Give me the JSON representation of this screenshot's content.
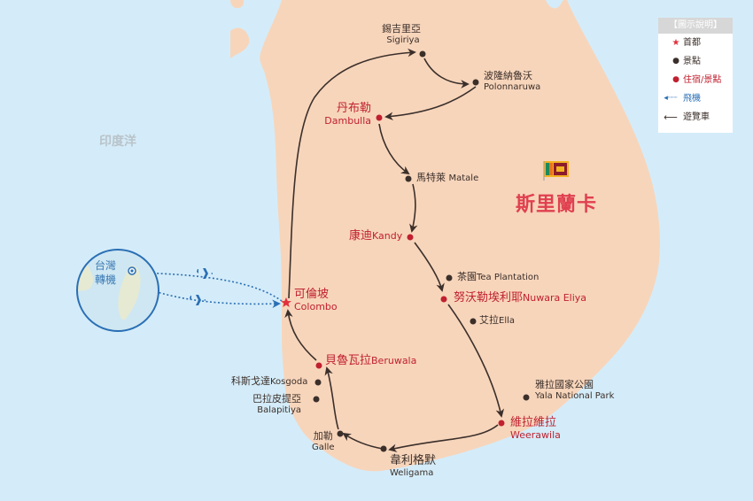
{
  "map": {
    "ocean_label": "印度洋",
    "country_label": "斯里蘭卡",
    "colors": {
      "sea": "#d4ecf9",
      "land": "#f7d5bb",
      "route_line": "#3b2f2a",
      "flight_line": "#2a6fb5",
      "capital_star": "#e0303c",
      "overnight_dot": "#c0202f",
      "attraction_dot": "#3b2f2a"
    },
    "inset": {
      "label_line1": "台灣",
      "label_line2": "轉機"
    }
  },
  "legend": {
    "title": "【圖示說明】",
    "items": [
      {
        "symbol": "star-icon",
        "label": "首都",
        "color": "#e0303c"
      },
      {
        "symbol": "dot-icon",
        "label": "景點",
        "color": "#3b2f2a"
      },
      {
        "symbol": "dot-icon",
        "label": "住宿/景點",
        "color": "#c0202f"
      },
      {
        "symbol": "dotted-arrow-icon",
        "label": "飛機",
        "color": "#2a6fb5"
      },
      {
        "symbol": "solid-arrow-icon",
        "label": "遊覽車",
        "color": "#3b2f2a"
      }
    ]
  },
  "places": {
    "sigiriya": {
      "zh": "錫吉里亞",
      "en": "Sigiriya",
      "type": "attraction"
    },
    "polonnaruwa": {
      "zh": "波隆納魯沃",
      "en": "Polonnaruwa",
      "type": "attraction"
    },
    "dambulla": {
      "zh": "丹布勒",
      "en": "Dambulla",
      "type": "overnight"
    },
    "matale": {
      "zh": "馬特萊",
      "en": "Matale",
      "type": "attraction"
    },
    "kandy": {
      "zh": "康迪",
      "en": "Kandy",
      "type": "overnight"
    },
    "tea": {
      "zh": "茶園",
      "en": "Tea Plantation",
      "type": "attraction"
    },
    "nuwara": {
      "zh": "努沃勒埃利耶",
      "en": "Nuwara Eliya",
      "type": "overnight"
    },
    "ella": {
      "zh": "艾拉",
      "en": "Ella",
      "type": "attraction"
    },
    "yala": {
      "zh": "雅拉國家公園",
      "en": "Yala National Park",
      "type": "attraction"
    },
    "weerawila": {
      "zh": "維拉維拉",
      "en": "Weerawila",
      "type": "overnight"
    },
    "weligama": {
      "zh": "韋利格默",
      "en": "Weligama",
      "type": "attraction"
    },
    "galle": {
      "zh": "加勒",
      "en": "Galle",
      "type": "attraction"
    },
    "balapitiya": {
      "zh": "巴拉皮提亞",
      "en": "Balapitiya",
      "type": "attraction"
    },
    "kosgoda": {
      "zh": "科斯戈達",
      "en": "Kosgoda",
      "type": "attraction"
    },
    "beruwala": {
      "zh": "貝魯瓦拉",
      "en": "Beruwala",
      "type": "overnight"
    },
    "colombo": {
      "zh": "可倫坡",
      "en": "Colombo",
      "type": "capital"
    }
  },
  "route": [
    "可倫坡",
    "錫吉里亞",
    "波隆納魯沃",
    "丹布勒",
    "馬特萊",
    "康迪",
    "努沃勒埃利耶",
    "維拉維拉",
    "韋利格默",
    "加勒",
    "貝魯瓦拉",
    "可倫坡"
  ]
}
